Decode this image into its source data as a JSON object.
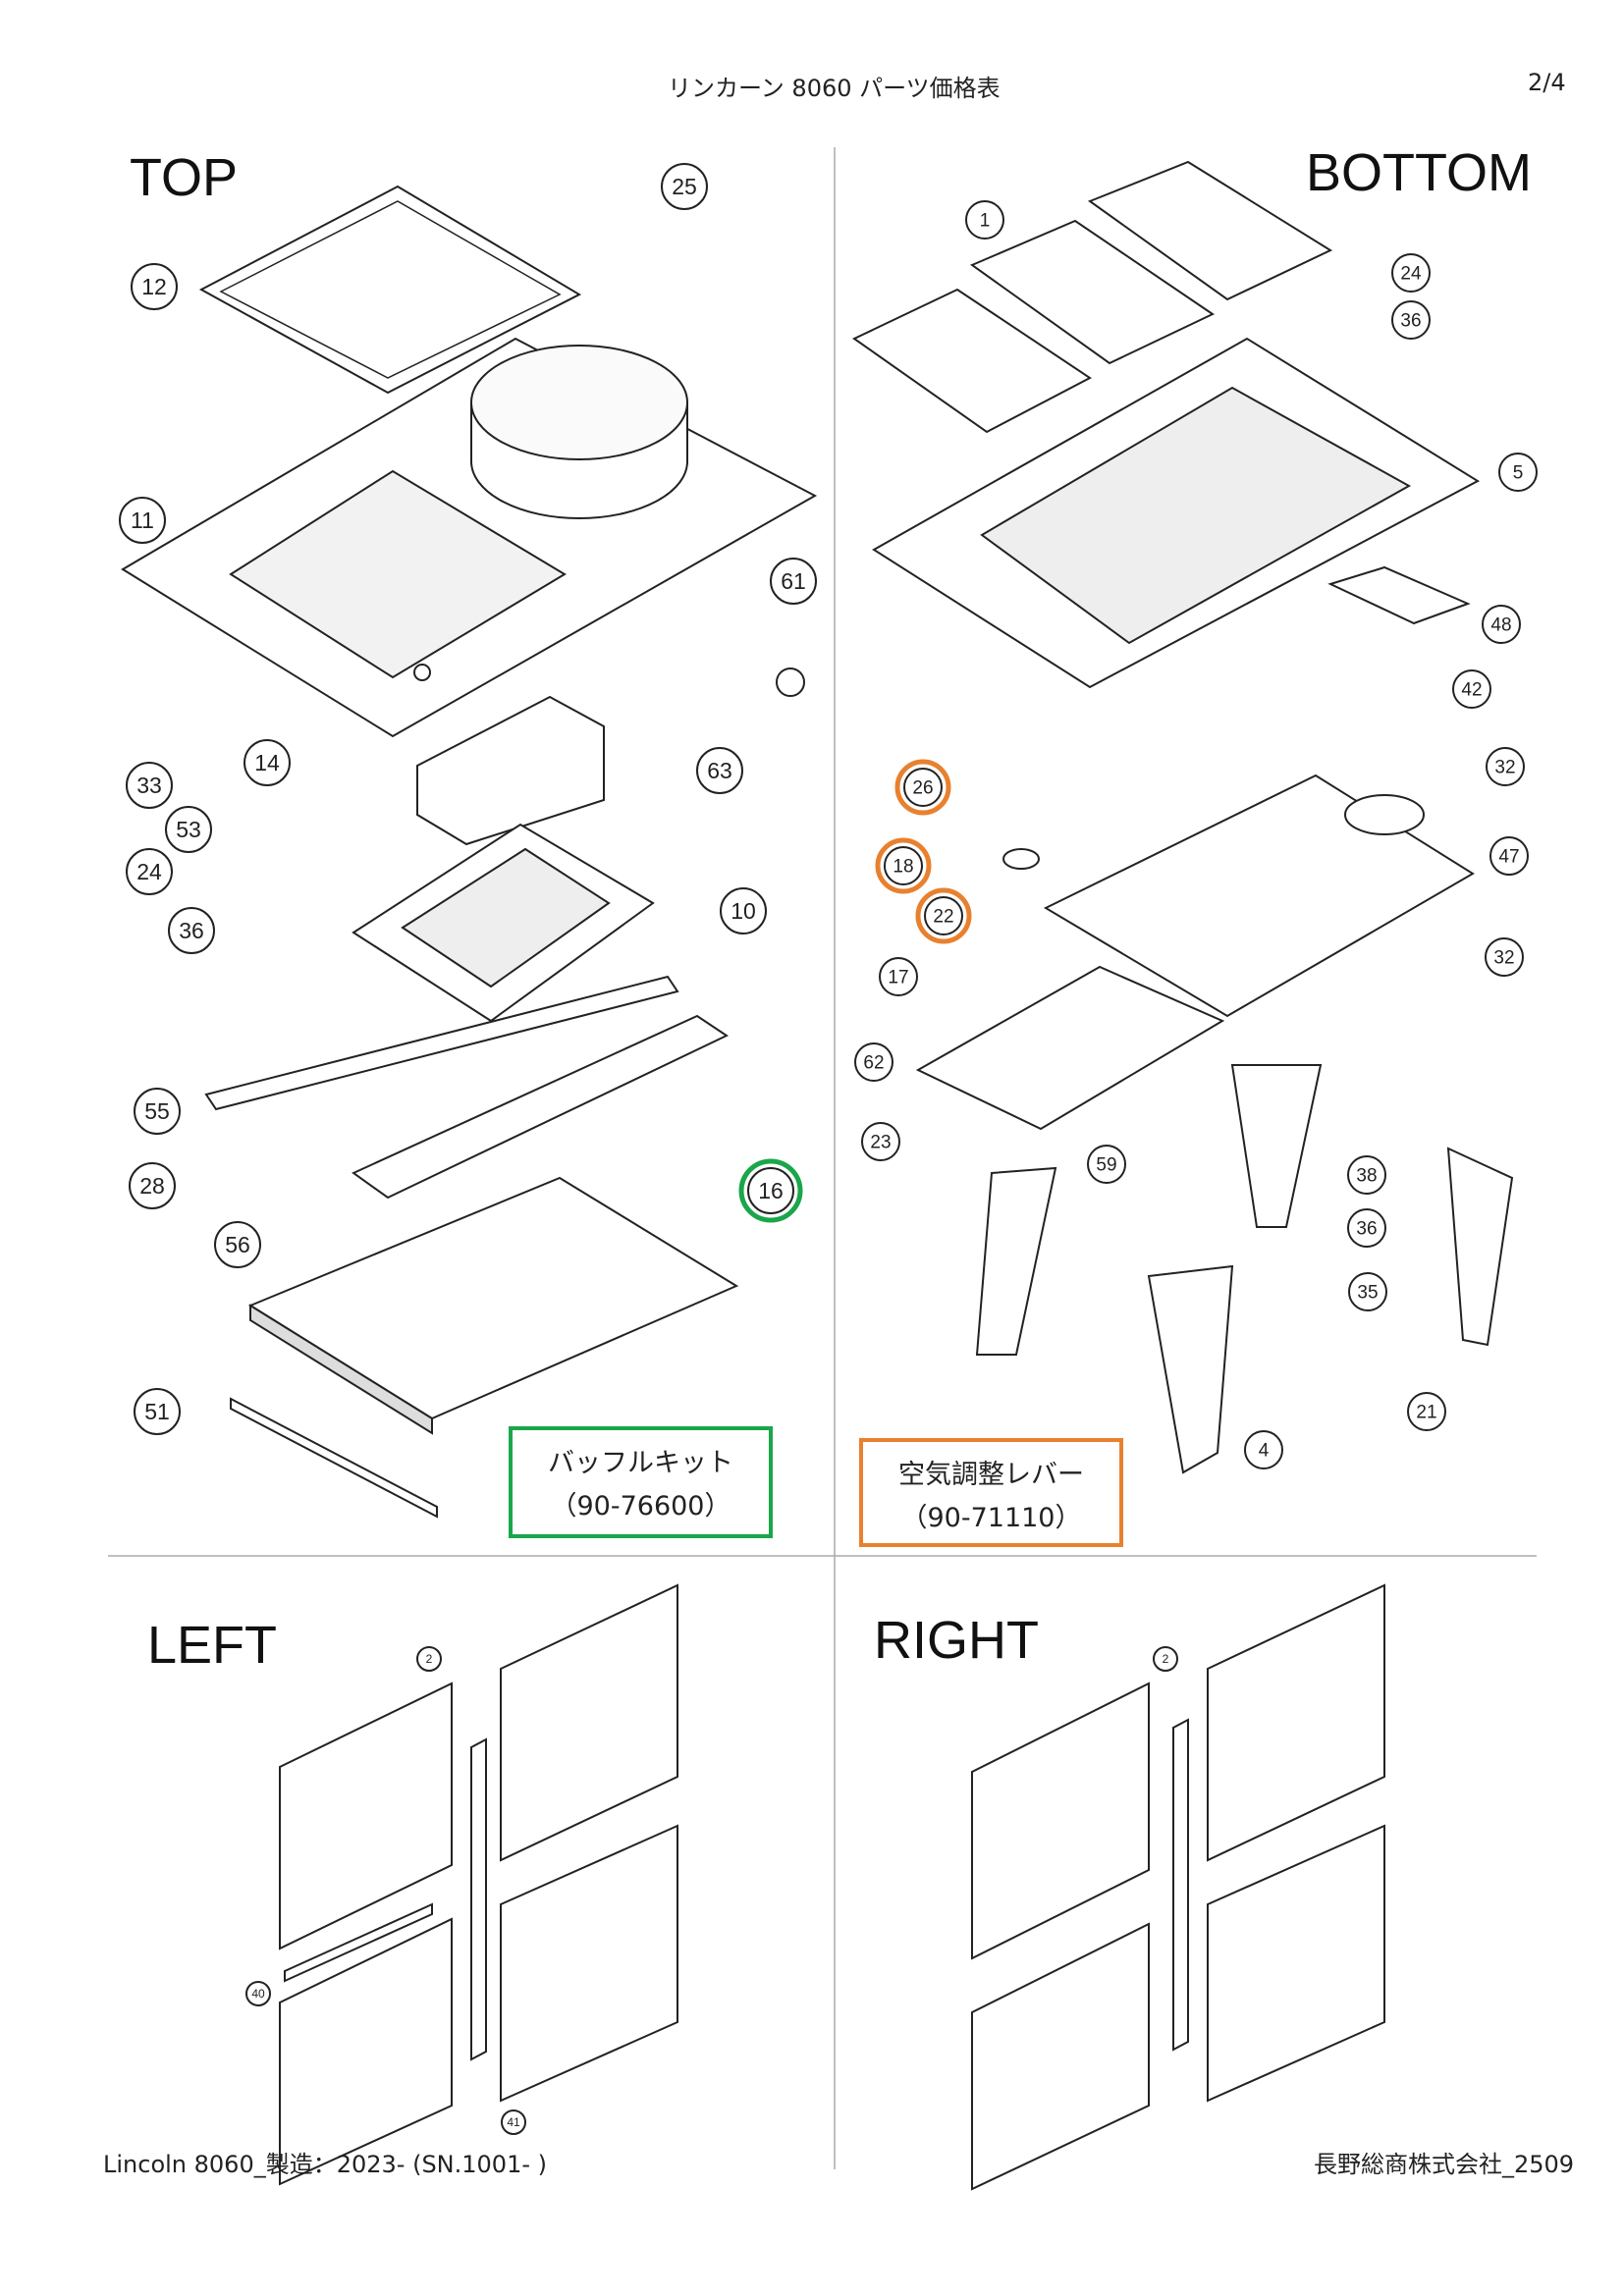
{
  "header": {
    "title": "リンカーン 8060 パーツ価格表",
    "page": "2/4"
  },
  "quadrants": {
    "top": "TOP",
    "bottom": "BOTTOM",
    "left": "LEFT",
    "right": "RIGHT"
  },
  "callouts": {
    "baffle": {
      "name": "バッフルキット",
      "code": "（90-76600）",
      "color": "#1aa64a"
    },
    "air": {
      "name": "空気調整レバー",
      "code": "（90-71110）",
      "color": "#e8812f"
    }
  },
  "footer": {
    "left": "Lincoln 8060_製造：2023- (SN.1001- )",
    "right": "長野総商株式会社_2509"
  },
  "part_labels": {
    "top": [
      "25",
      "12",
      "11",
      "61",
      "63",
      "14",
      "33",
      "53",
      "24",
      "36",
      "10",
      "55",
      "28",
      "56",
      "16",
      "51"
    ],
    "bottom": [
      "1",
      "24",
      "36",
      "5",
      "48",
      "42",
      "32",
      "26",
      "18",
      "22",
      "47",
      "32",
      "17",
      "62",
      "23",
      "59",
      "38",
      "36",
      "35",
      "21",
      "4"
    ],
    "left": [
      "2",
      "40",
      "41"
    ],
    "right": [
      "2"
    ]
  }
}
